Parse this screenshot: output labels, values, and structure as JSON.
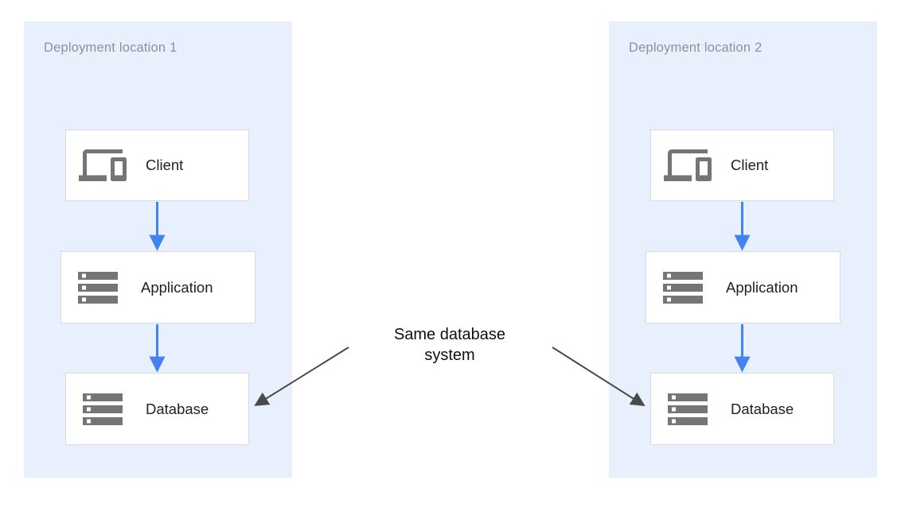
{
  "colors": {
    "page_bg": "#ffffff",
    "container_bg": "#e8f0fe",
    "container_title": "#8d9297",
    "node_bg": "#ffffff",
    "node_border": "#d8dadd",
    "node_label": "#202124",
    "icon_gray": "#757575",
    "flow_arrow_blue": "#4283f0",
    "annotation_arrow_dark": "#4a4a4a",
    "annotation_text": "#0f0f0f"
  },
  "locations": [
    {
      "title": "Deployment location 1",
      "nodes": [
        {
          "label": "Client",
          "icon": "devices-icon"
        },
        {
          "label": "Application",
          "icon": "storage-icon"
        },
        {
          "label": "Database",
          "icon": "storage-icon"
        }
      ]
    },
    {
      "title": "Deployment location 2",
      "nodes": [
        {
          "label": "Client",
          "icon": "devices-icon"
        },
        {
          "label": "Application",
          "icon": "storage-icon"
        },
        {
          "label": "Database",
          "icon": "storage-icon"
        }
      ]
    }
  ],
  "annotation": {
    "text": "Same database system"
  }
}
